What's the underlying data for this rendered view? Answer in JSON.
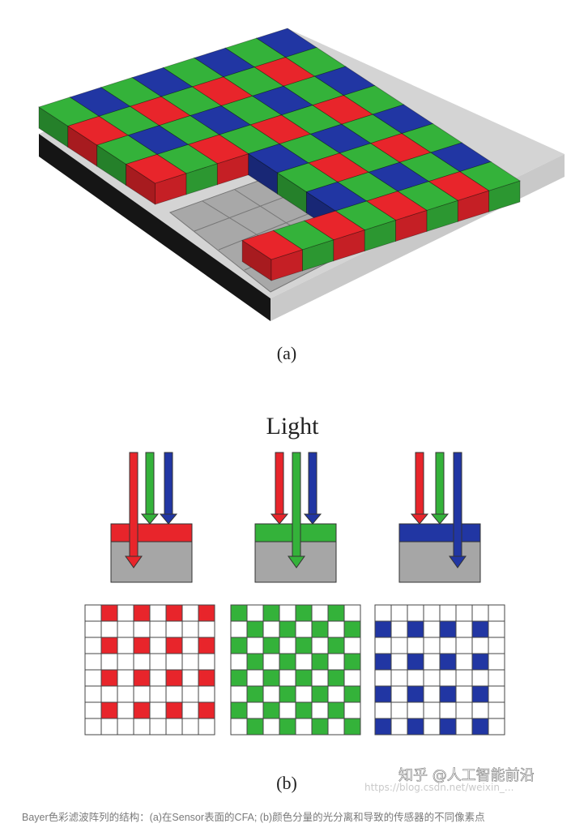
{
  "figure": {
    "panel_a_label": "(a)",
    "panel_b_label": "(b)",
    "light_label": "Light",
    "watermark": "知乎 @人工智能前沿",
    "watermark_url": "https://blog.csdn.net/weixin_...",
    "colors": {
      "red": "#e8252b",
      "green": "#34b23a",
      "blue": "#2136a3",
      "sensor_gray": "#a6a6a6",
      "sensor_dark": "#1c1c1c"
    }
  },
  "caption": "Bayer色彩滤波阵列的结构：(a)在Sensor表面的CFA; (b)颜色分量的光分离和导致的传感器的不同像素点"
}
